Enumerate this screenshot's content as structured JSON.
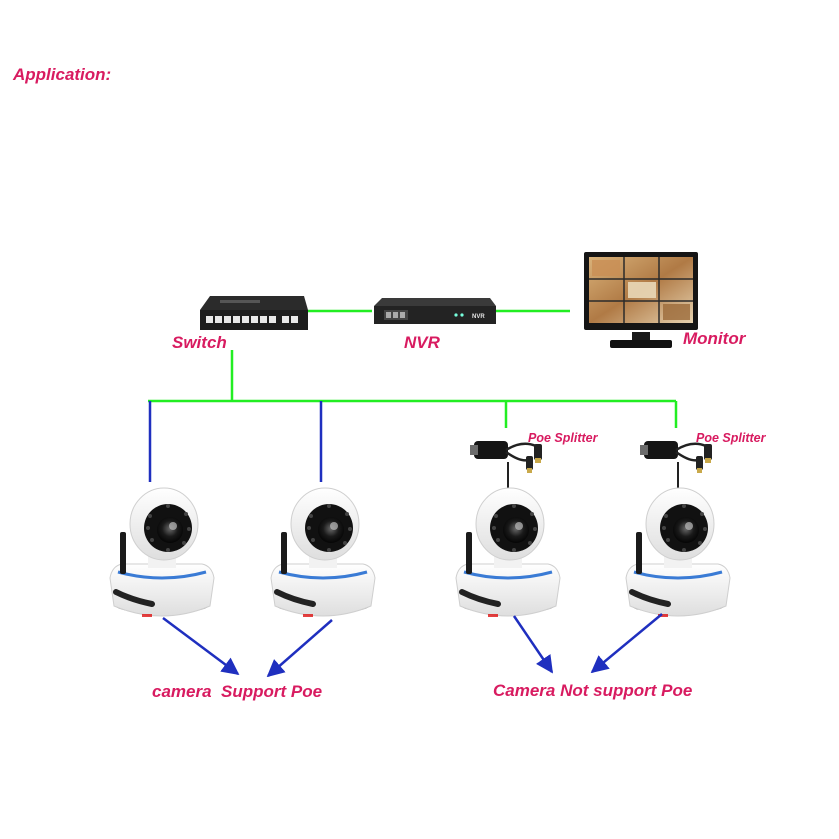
{
  "heading": "Application:",
  "devices": {
    "switch": "Switch",
    "nvr": "NVR",
    "monitor": "Monitor",
    "nvr_badge": "NVR"
  },
  "splitters": [
    {
      "label": "Poe Splitter"
    },
    {
      "label": "Poe Splitter"
    }
  ],
  "groups": {
    "poe": "camera  Support Poe",
    "non_poe": "Camera Not support Poe"
  },
  "colors": {
    "label": "#d81b60",
    "network_link": "#22ee22",
    "camera_link": "#1f2fbf",
    "arrow": "#1f2fbf"
  }
}
